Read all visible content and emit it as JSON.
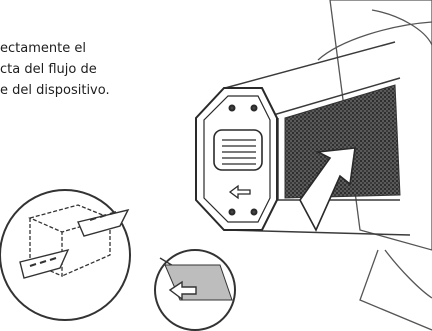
{
  "instruction": {
    "line1": "ectamente el",
    "line2": "cta del flujo de",
    "line3": "e del dispositivo."
  }
}
